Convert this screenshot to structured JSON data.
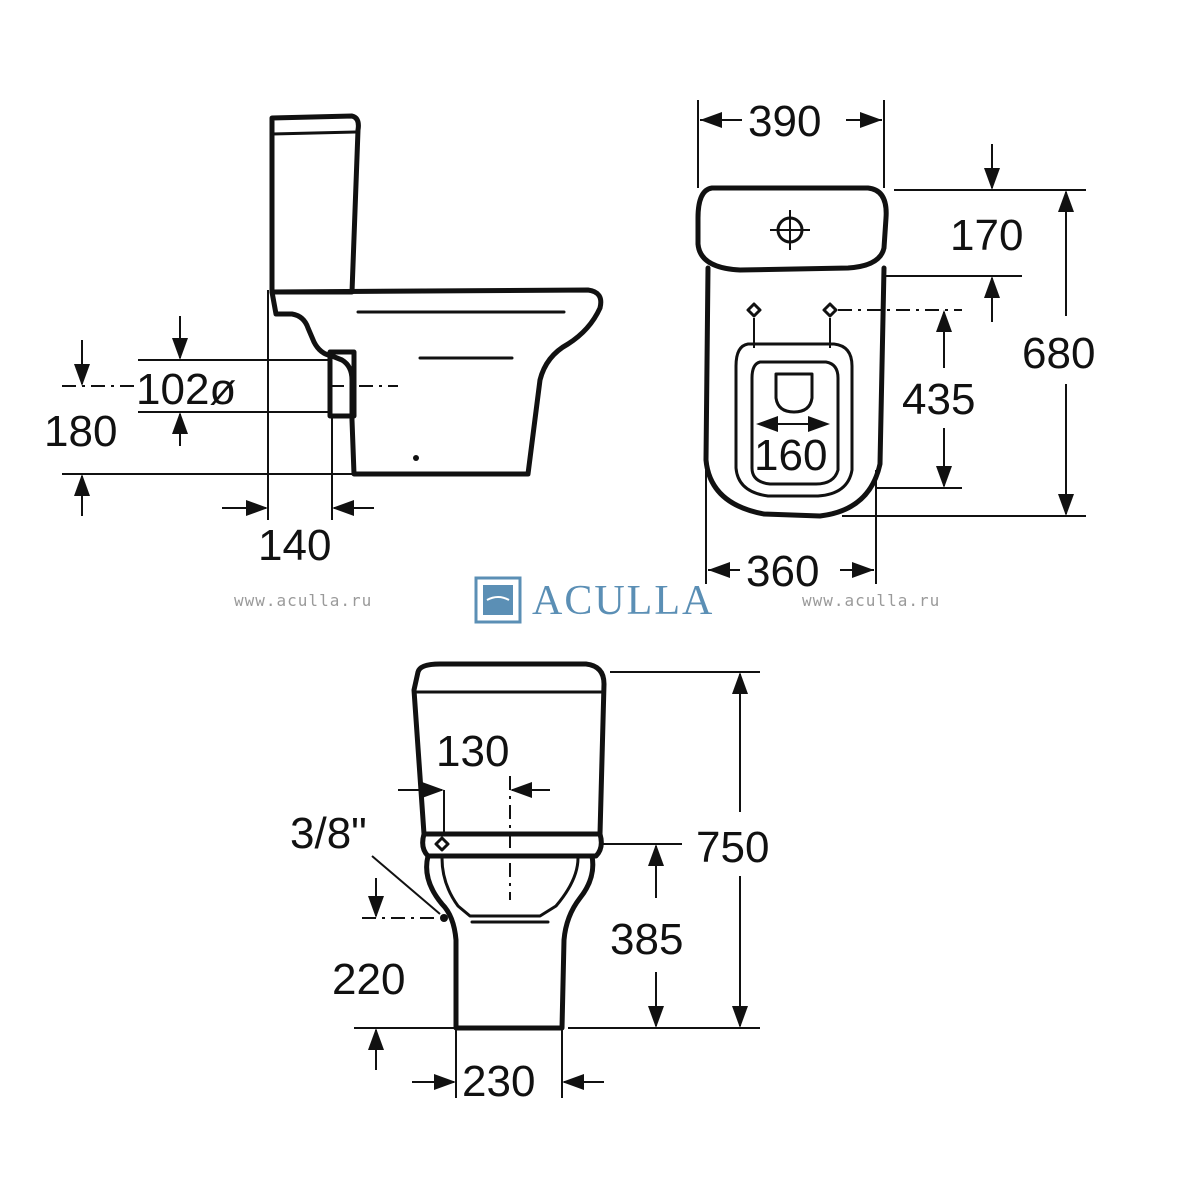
{
  "side_view": {
    "dim_inlet_diameter": "102ø",
    "dim_outlet_height": "180",
    "dim_outlet_offset": "140"
  },
  "top_view": {
    "dim_tank_width": "390",
    "dim_tank_depth": "170",
    "dim_total_length": "680",
    "dim_fixing_to_front": "435",
    "dim_fixing_spacing": "160",
    "dim_bowl_width": "360"
  },
  "front_view": {
    "dim_inlet_offset": "130",
    "dim_inlet_thread": "3/8\"",
    "dim_total_height": "750",
    "dim_seat_height": "385",
    "dim_inlet_height": "220",
    "dim_base_width": "230"
  },
  "watermark": {
    "url_left": "www.aculla.ru",
    "url_right": "www.aculla.ru",
    "brand": "ACULLA",
    "brand_color": "#5b8fb5"
  }
}
